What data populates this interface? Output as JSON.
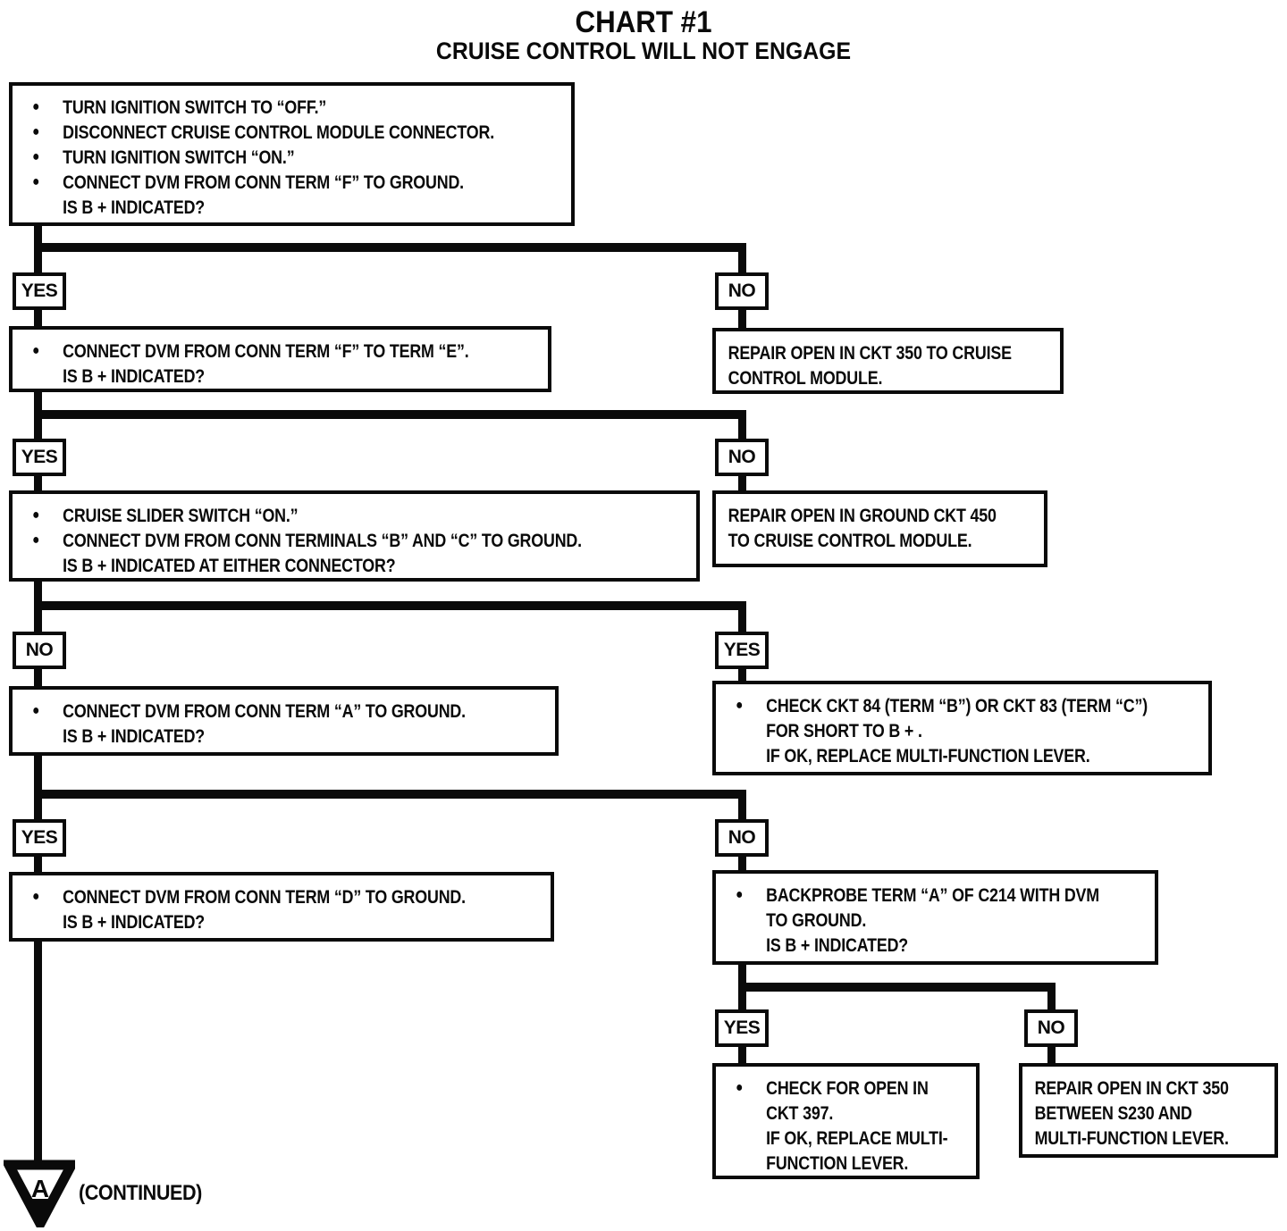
{
  "title": "CHART #1",
  "subtitle": "CRUISE CONTROL WILL NOT ENGAGE",
  "glyphs": {
    "bullet": "●"
  },
  "labels": {
    "yes1": "YES",
    "no1": "NO",
    "yes2": "YES",
    "no2": "NO",
    "no3": "NO",
    "yes3": "YES",
    "yes4": "YES",
    "no4": "NO",
    "yes5": "YES",
    "no5": "NO"
  },
  "boxes": {
    "b1": {
      "lines": [
        {
          "b": true,
          "t": "TURN IGNITION SWITCH TO “OFF.”"
        },
        {
          "b": true,
          "t": "DISCONNECT CRUISE CONTROL MODULE CONNECTOR."
        },
        {
          "b": true,
          "t": "TURN IGNITION SWITCH “ON.”"
        },
        {
          "b": true,
          "t": "CONNECT DVM FROM CONN TERM “F” TO GROUND."
        },
        {
          "b": false,
          "t": "IS B + INDICATED?"
        }
      ]
    },
    "b2l": {
      "lines": [
        {
          "b": true,
          "t": "CONNECT DVM FROM CONN TERM “F” TO TERM “E”."
        },
        {
          "b": false,
          "t": "IS B + INDICATED?"
        }
      ]
    },
    "b2r": {
      "lines": [
        {
          "b": false,
          "t": "REPAIR OPEN IN CKT 350 TO CRUISE"
        },
        {
          "b": false,
          "t": "CONTROL MODULE."
        }
      ]
    },
    "b3l": {
      "lines": [
        {
          "b": true,
          "t": "CRUISE SLIDER SWITCH “ON.”"
        },
        {
          "b": true,
          "t": "CONNECT DVM FROM CONN TERMINALS “B” AND “C” TO GROUND."
        },
        {
          "b": false,
          "t": "IS B + INDICATED AT EITHER CONNECTOR?"
        }
      ]
    },
    "b3r": {
      "lines": [
        {
          "b": false,
          "t": "REPAIR OPEN IN GROUND CKT 450"
        },
        {
          "b": false,
          "t": "TO CRUISE CONTROL MODULE."
        }
      ]
    },
    "b4l": {
      "lines": [
        {
          "b": true,
          "t": "CONNECT DVM FROM CONN TERM “A” TO GROUND."
        },
        {
          "b": false,
          "t": "IS B + INDICATED?"
        }
      ]
    },
    "b4r": {
      "lines": [
        {
          "b": true,
          "t": "CHECK CKT 84 (TERM “B”) OR CKT 83 (TERM “C”)"
        },
        {
          "b": false,
          "t": "FOR SHORT TO B + ."
        },
        {
          "b": false,
          "t": "IF OK, REPLACE MULTI-FUNCTION LEVER."
        }
      ]
    },
    "b5l": {
      "lines": [
        {
          "b": true,
          "t": "CONNECT DVM FROM CONN TERM “D” TO GROUND."
        },
        {
          "b": false,
          "t": "IS B + INDICATED?"
        }
      ]
    },
    "b5r": {
      "lines": [
        {
          "b": true,
          "t": "BACKPROBE TERM “A” OF C214 WITH DVM"
        },
        {
          "b": false,
          "t": "TO GROUND."
        },
        {
          "b": false,
          "t": "IS B + INDICATED?"
        }
      ]
    },
    "b6l": {
      "lines": [
        {
          "b": true,
          "t": "CHECK FOR OPEN IN"
        },
        {
          "b": false,
          "t": "CKT 397."
        },
        {
          "b": false,
          "t": "IF OK, REPLACE MULTI-"
        },
        {
          "b": false,
          "t": "FUNCTION LEVER."
        }
      ]
    },
    "b6r": {
      "lines": [
        {
          "b": false,
          "t": "REPAIR OPEN IN CKT 350"
        },
        {
          "b": false,
          "t": "BETWEEN S230 AND"
        },
        {
          "b": false,
          "t": "MULTI-FUNCTION LEVER."
        }
      ]
    }
  },
  "continued": {
    "marker": "A",
    "text": "(CONTINUED)"
  },
  "colors": {
    "ink": "#0a0a0a",
    "paper": "#ffffff"
  }
}
